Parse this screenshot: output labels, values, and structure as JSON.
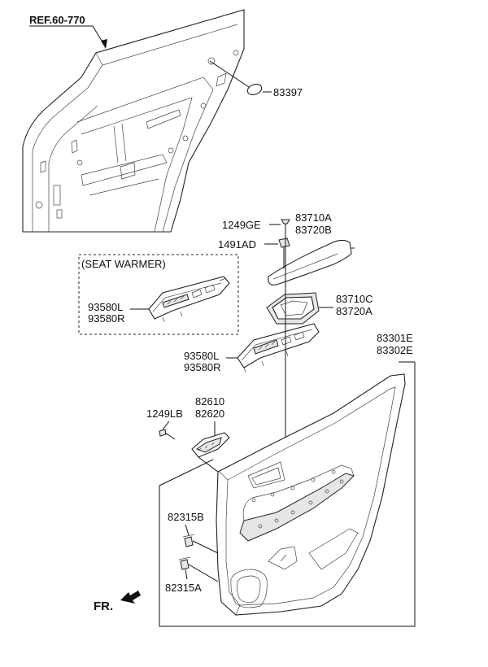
{
  "ref_label": "REF.60-770",
  "fr_label": "FR.",
  "seat_warmer_label": "(SEAT WARMER)",
  "parts": [
    {
      "id": "p83397",
      "lines": [
        "83397"
      ]
    },
    {
      "id": "p1249GE",
      "lines": [
        "1249GE"
      ]
    },
    {
      "id": "p1491AD",
      "lines": [
        "1491AD"
      ]
    },
    {
      "id": "p83710A",
      "lines": [
        "83710A",
        "83720B"
      ]
    },
    {
      "id": "p83710C",
      "lines": [
        "83710C",
        "83720A"
      ]
    },
    {
      "id": "p93580_sw",
      "lines": [
        "93580L",
        "93580R"
      ]
    },
    {
      "id": "p93580",
      "lines": [
        "93580L",
        "93580R"
      ]
    },
    {
      "id": "p83301E",
      "lines": [
        "83301E",
        "83302E"
      ]
    },
    {
      "id": "p82610",
      "lines": [
        "82610",
        "82620"
      ]
    },
    {
      "id": "p1249LB",
      "lines": [
        "1249LB"
      ]
    },
    {
      "id": "p82315B",
      "lines": [
        "82315B"
      ]
    },
    {
      "id": "p82315A",
      "lines": [
        "82315A"
      ]
    }
  ]
}
